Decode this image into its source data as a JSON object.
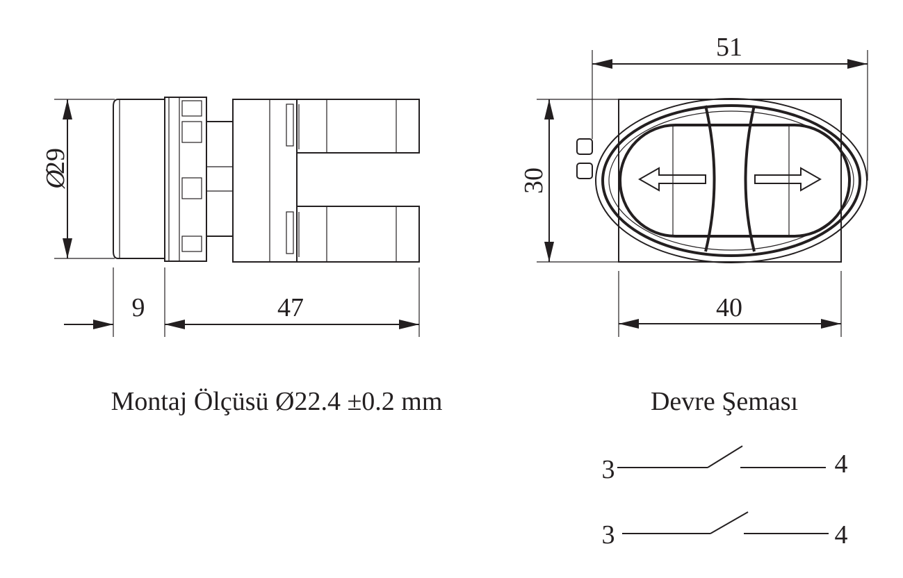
{
  "side_view": {
    "diameter_label": "29",
    "diameter_symbol": "Ø",
    "depth_front_label": "9",
    "depth_body_label": "47"
  },
  "front_view": {
    "width_overall_label": "51",
    "height_label": "30",
    "width_body_label": "40"
  },
  "captions": {
    "mounting": "Montaj Ölçüsü Ø22.4 ±0.2 mm",
    "circuit": "Devre Şeması"
  },
  "circuit": {
    "contacts": [
      {
        "left": "3",
        "right": "4"
      },
      {
        "left": "3",
        "right": "4"
      }
    ]
  }
}
